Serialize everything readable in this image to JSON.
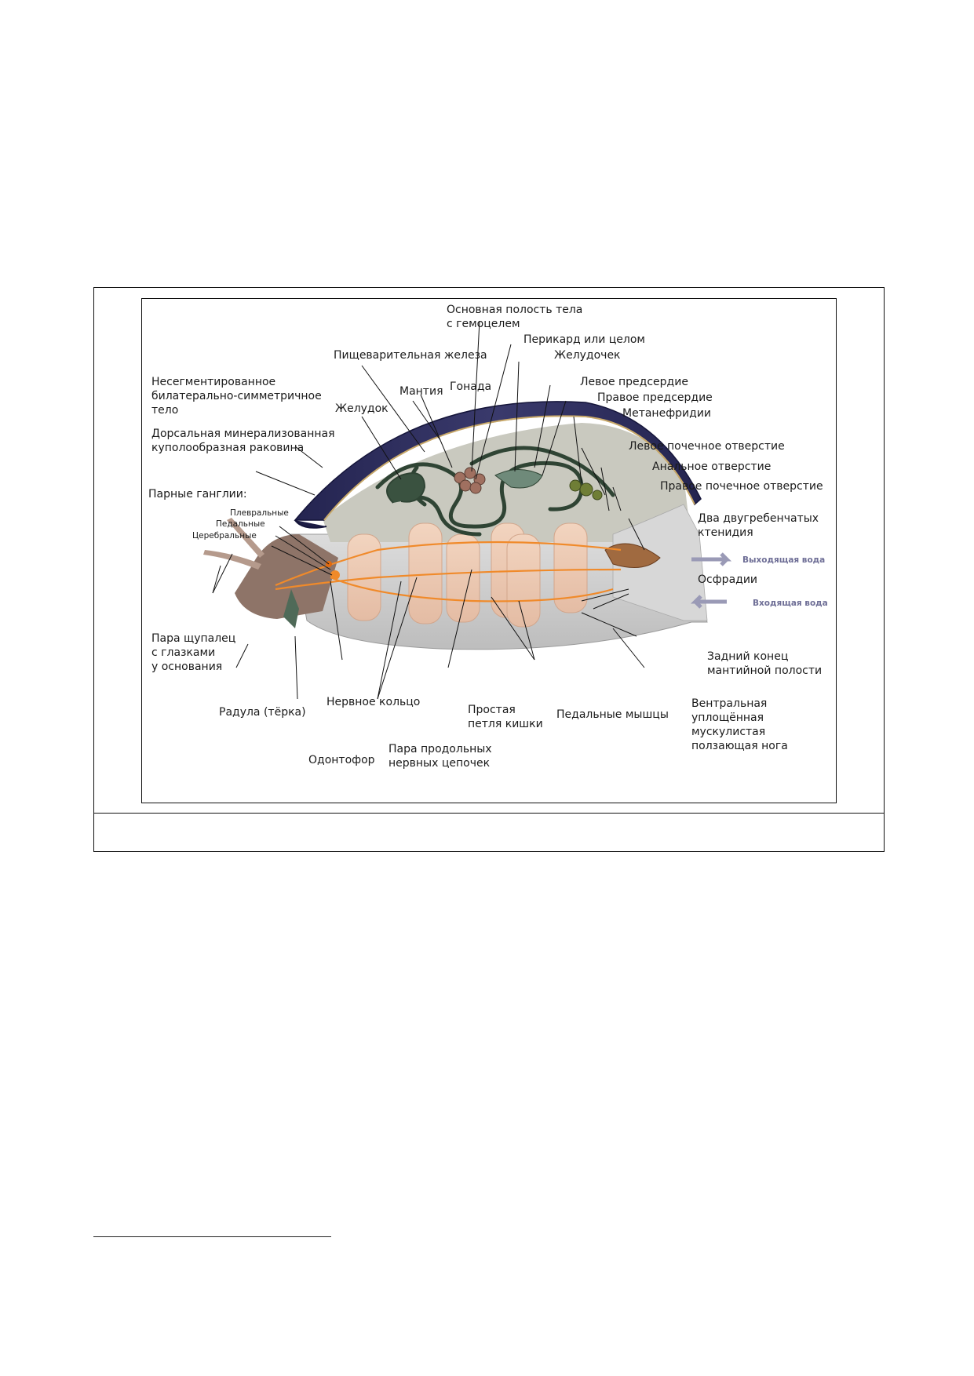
{
  "labels": {
    "main_cavity": "Основная полость тела",
    "main_cavity_2": "с гемоцелем",
    "pericardium": "Перикард или целом",
    "digestive_gland": "Пищеварительная железа",
    "ventricle": "Желудочек",
    "unsegmented_1": "Несегментированное",
    "unsegmented_2": "билатерально-симметричное",
    "unsegmented_3": "тело",
    "mantle": "Мантия",
    "gonad": "Гонада",
    "left_atrium": "Левое предсердие",
    "right_atrium": "Правое предсердие",
    "stomach": "Желудок",
    "metanephridia": "Метанефридии",
    "shell_1": "Дорсальная минерализованная",
    "shell_2": "куполообразная раковина",
    "left_renal_pore": "Левое почечное отверстие",
    "anus": "Анальное отверстие",
    "right_renal_pore": "Правое почечное отверстие",
    "ganglia": "Парные ганглии:",
    "pleural": "Плевральные",
    "pedal": "Педальные",
    "cerebral": "Церебральные",
    "ctenidia_1": "Два двугребенчатых",
    "ctenidia_2": "ктенидия",
    "outgoing_water": "Выходящая вода",
    "osphradia": "Осфрадии",
    "incoming_water": "Входящая вода",
    "tentacles_1": "Пара щупалец",
    "tentacles_2": "с глазками",
    "tentacles_3": "у основания",
    "mantle_cavity_1": "Задний конец",
    "mantle_cavity_2": "мантийной полости",
    "radula": "Радула (тёрка)",
    "nerve_ring": "Нервное кольцо",
    "intestine_1": "Простая",
    "intestine_2": "петля кишки",
    "pedal_muscles": "Педальные мышцы",
    "foot_1": "Вентральная",
    "foot_2": "уплощённая",
    "foot_3": "мускулистая",
    "foot_4": "ползающая нога",
    "odontophore": "Одонтофор",
    "nerve_cords_1": "Пара продольных",
    "nerve_cords_2": "нервных цепочек"
  },
  "colors": {
    "shell": "#2e2e5c",
    "nerve": "#f08a2a",
    "gut": "#2f4434",
    "foot": "#c8c8c8",
    "muscle": "#efcdb4",
    "head": "#8e7468"
  }
}
